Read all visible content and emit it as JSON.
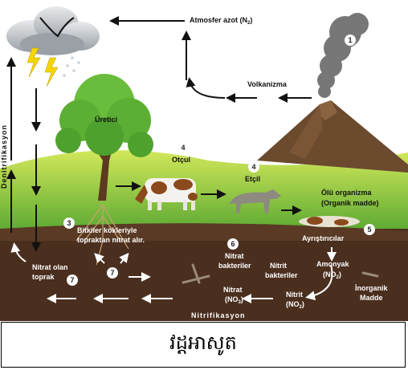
{
  "labels": {
    "atmosphere": "Atmosfer azot (N",
    "atmosphere_sub": "2",
    "volcanism": "Volkanizma",
    "producer": "Üretici",
    "herbivore": "Otçul",
    "carnivore": "Etçil",
    "dead_org_1": "Ölü organizma",
    "dead_org_2": "(Organik madde)",
    "decomposers": "Ayrıştırıcılar",
    "plant_line1": "Bitkiler kökleriyle",
    "plant_line2": "topraktan nitrat alır.",
    "soil_line1": "Nitrat olan",
    "soil_line2": "toprak",
    "nitrate_bact_1": "Nitrat",
    "nitrate_bact_2": "bakteriler",
    "nitrite_bact_1": "Nitrit",
    "nitrite_bact_2": "bakteriler",
    "ammonia": "Amonyak",
    "ammonia_formula": "(NO",
    "ammonia_sub": "2",
    "nitrate": "Nitrat",
    "nitrate_formula": "(NO",
    "nitrate_sub": "3",
    "nitrite": "Nitrit",
    "nitrite_formula": "(NO",
    "nitrite_sub": "2",
    "inorganic_1": "İnorganik",
    "inorganic_2": "Madde",
    "nitrification": "Nitrifikasyon",
    "denitrification": "Denitrifikasyon"
  },
  "numbers": {
    "n1": "1",
    "n3": "3",
    "n4a": "4",
    "n4b": "4",
    "n5": "5",
    "n6": "6",
    "n7a": "7",
    "n7b": "7"
  },
  "caption": "វដ្តអាសូត",
  "colors": {
    "sky": "#ffffff",
    "grass_top": "#c8e04a",
    "grass_bottom": "#5aa832",
    "soil": "#4a2e1e",
    "volcano": "#6b4a2e",
    "tree_leaves": "#6abd3c",
    "lightning": "#f5d400"
  }
}
